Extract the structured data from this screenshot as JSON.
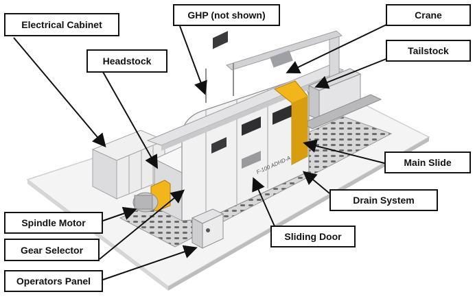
{
  "labels": {
    "electrical_cabinet": "Electrical Cabinet",
    "ghp": "GHP (not shown)",
    "crane": "Crane",
    "tailstock": "Tailstock",
    "headstock": "Headstock",
    "main_slide": "Main Slide",
    "drain_system": "Drain System",
    "spindle_motor": "Spindle Motor",
    "sliding_door": "Sliding Door",
    "gear_selector": "Gear Selector",
    "operators_panel": "Operators Panel"
  },
  "machine_marking": "F-100 ADHD-A",
  "colors": {
    "machine_body": "#e9e9ea",
    "accent_yellow": "#f2b51c",
    "floor_plate": "#f4f4f4",
    "callout_line": "#111111"
  }
}
